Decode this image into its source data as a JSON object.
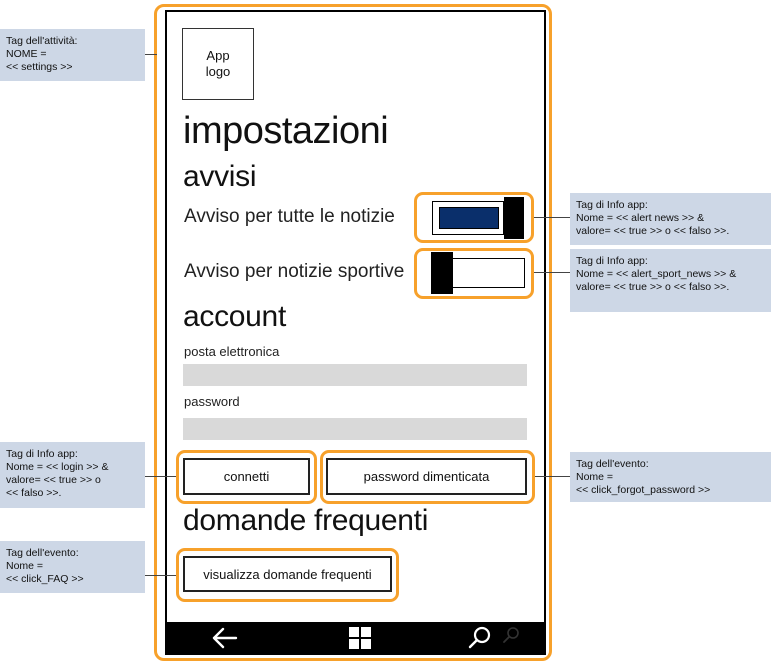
{
  "app": {
    "logo_line1": "App",
    "logo_line2": "logo",
    "page_title": "impostazioni"
  },
  "alerts": {
    "section_title": "avvisi",
    "all_news_label": "Avviso per tutte le notizie",
    "all_news_on": true,
    "sport_news_label": "Avviso per notizie sportive",
    "sport_news_on": false
  },
  "account": {
    "section_title": "account",
    "email_label": "posta elettronica",
    "email_value": "",
    "password_label": "password",
    "password_value": "",
    "connect_button": "connetti",
    "forgot_button": "password dimenticata"
  },
  "faq": {
    "section_title": "domande frequenti",
    "view_button": "visualizza domande frequenti"
  },
  "navbar": {
    "back_icon": "back-arrow-icon",
    "windows_icon": "windows-logo-icon",
    "search_icon": "search-icon"
  },
  "annotations": {
    "activity_tag": [
      "Tag dell'attività:",
      "NOME =",
      "<< settings >>"
    ],
    "alert_news_tag": [
      "Tag di Info app:",
      "Nome = << alert news >> &",
      "valore= << true >> o << falso >>."
    ],
    "alert_sport_tag": [
      "Tag di Info app:",
      "Nome = << alert_sport_news >> &",
      "valore= << true >> o << falso >>."
    ],
    "login_tag": [
      "Tag di Info app:",
      "Nome = << login >> &",
      "valore= << true >> o",
      "<< falso >>."
    ],
    "forgot_tag": [
      "Tag dell'evento:",
      "Nome =",
      "<< click_forgot_password >>"
    ],
    "faq_tag": [
      "Tag dell'evento:",
      "Nome =",
      "<< click_FAQ >>"
    ]
  },
  "colors": {
    "highlight_orange": "#f7a12b",
    "annotation_bg": "#cdd7e6",
    "toggle_on_fill": "#0a2f6b",
    "input_bg": "#d9d9d9"
  }
}
